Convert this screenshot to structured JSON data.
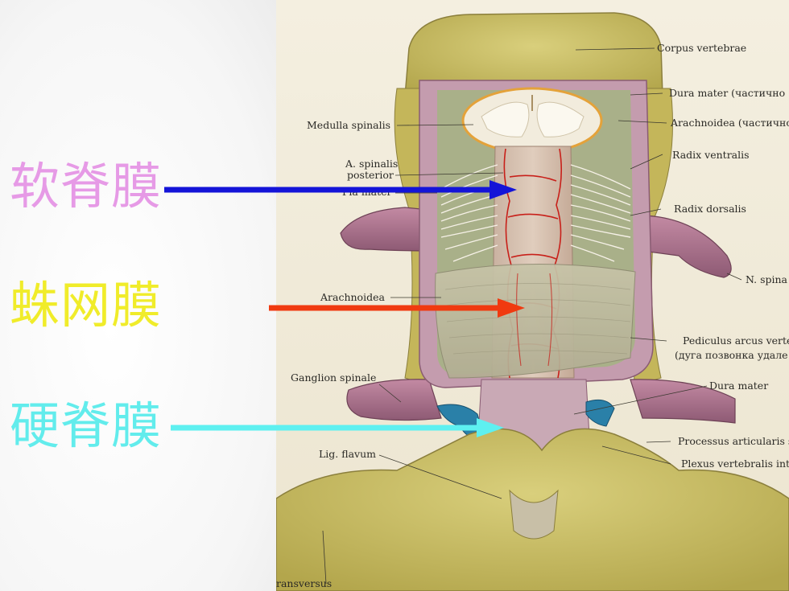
{
  "colors": {
    "pia": "#e69ae6",
    "arachnoid": "#f0ec2a",
    "dura": "#62ecec",
    "arrow_pia": "#1414d8",
    "arrow_arachnoid": "#f03a10",
    "arrow_dura": "#5ef0f0",
    "bone": "#c9bd62",
    "dura_tissue": "#b88aa2",
    "nerve_root": "#a8708a",
    "vessel": "#2a80a8",
    "artery": "#c8201a"
  },
  "labels": {
    "pia_mater_cn": "软脊膜",
    "arachnoid_cn": "蛛网膜",
    "dura_mater_cn": "硬脊膜"
  },
  "annotations": {
    "corpus_vertebrae": "Corpus vertebrae",
    "dura_mater_top": "Dura mater (частично",
    "medulla_spinalis": "Medulla spinalis",
    "arachnoidea_top": "Arachnoidea (частично",
    "a_spinalis": "A. spinalis",
    "posterior": "posterior",
    "radix_ventralis": "Radix ventralis",
    "pia_mater": "Pia mater",
    "radix_dorsalis": "Radix dorsalis",
    "n_spinalis": "N. spina",
    "arachnoidea": "Arachnoidea",
    "pediculus": "Pediculus arcus verte",
    "pediculus_ru": "(дуга позвонка удале",
    "ganglion_spinale": "Ganglion spinale",
    "dura_mater": "Dura mater",
    "processus": "Processus articularis s",
    "lig_flavum": "Lig. flavum",
    "plexus": "Plexus vertebralis int",
    "transversus": "ransversus"
  }
}
